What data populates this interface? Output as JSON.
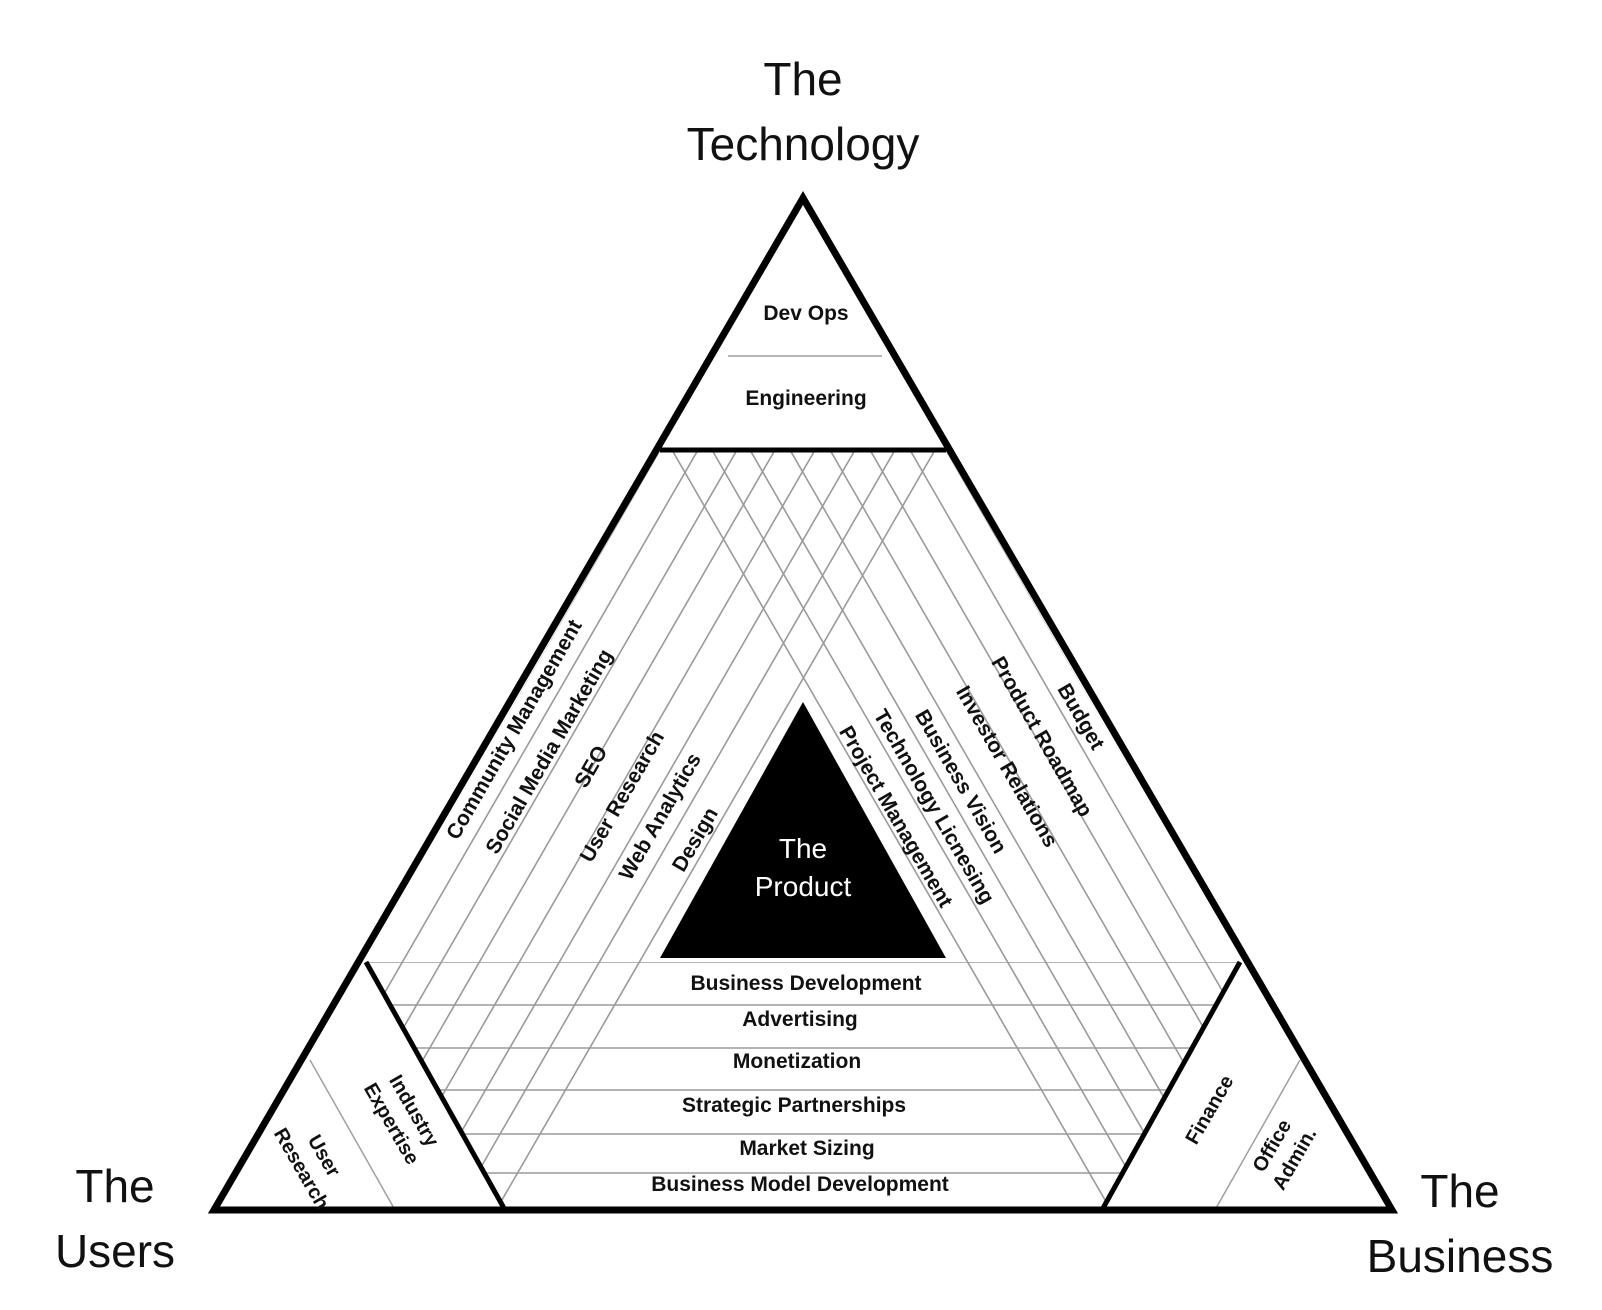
{
  "corners": {
    "technology": [
      "The",
      "Technology"
    ],
    "users": [
      "The",
      "Users"
    ],
    "business": [
      "The",
      "Business"
    ]
  },
  "center": [
    "The",
    "Product"
  ],
  "top_section": {
    "items": [
      "Dev Ops",
      "Engineering"
    ]
  },
  "left_bands": {
    "items": [
      "Community Management",
      "Social Media Marketing",
      "SEO",
      "User Research",
      "Web Analytics",
      "Design"
    ]
  },
  "right_bands": {
    "items": [
      "Budget",
      "Product Roadmap",
      "Investor Relations",
      "Business Vision",
      "Technology Licnesing",
      "Project Management"
    ]
  },
  "bottom_bands": {
    "items": [
      "Business Development",
      "Advertising",
      "Monetization",
      "Strategic Partnerships",
      "Market Sizing",
      "Business Model Development"
    ]
  },
  "bottom_left_corner": {
    "items": [
      [
        "Industry",
        "Expertise"
      ],
      [
        "User",
        "Research"
      ]
    ]
  },
  "bottom_right_corner": {
    "items": [
      [
        "Finance"
      ],
      [
        "Office",
        "Admin."
      ]
    ]
  },
  "colors": {
    "outline": "#000000",
    "gridline": "#9a9a9a",
    "product_fill": "#000000",
    "background": "#ffffff"
  }
}
